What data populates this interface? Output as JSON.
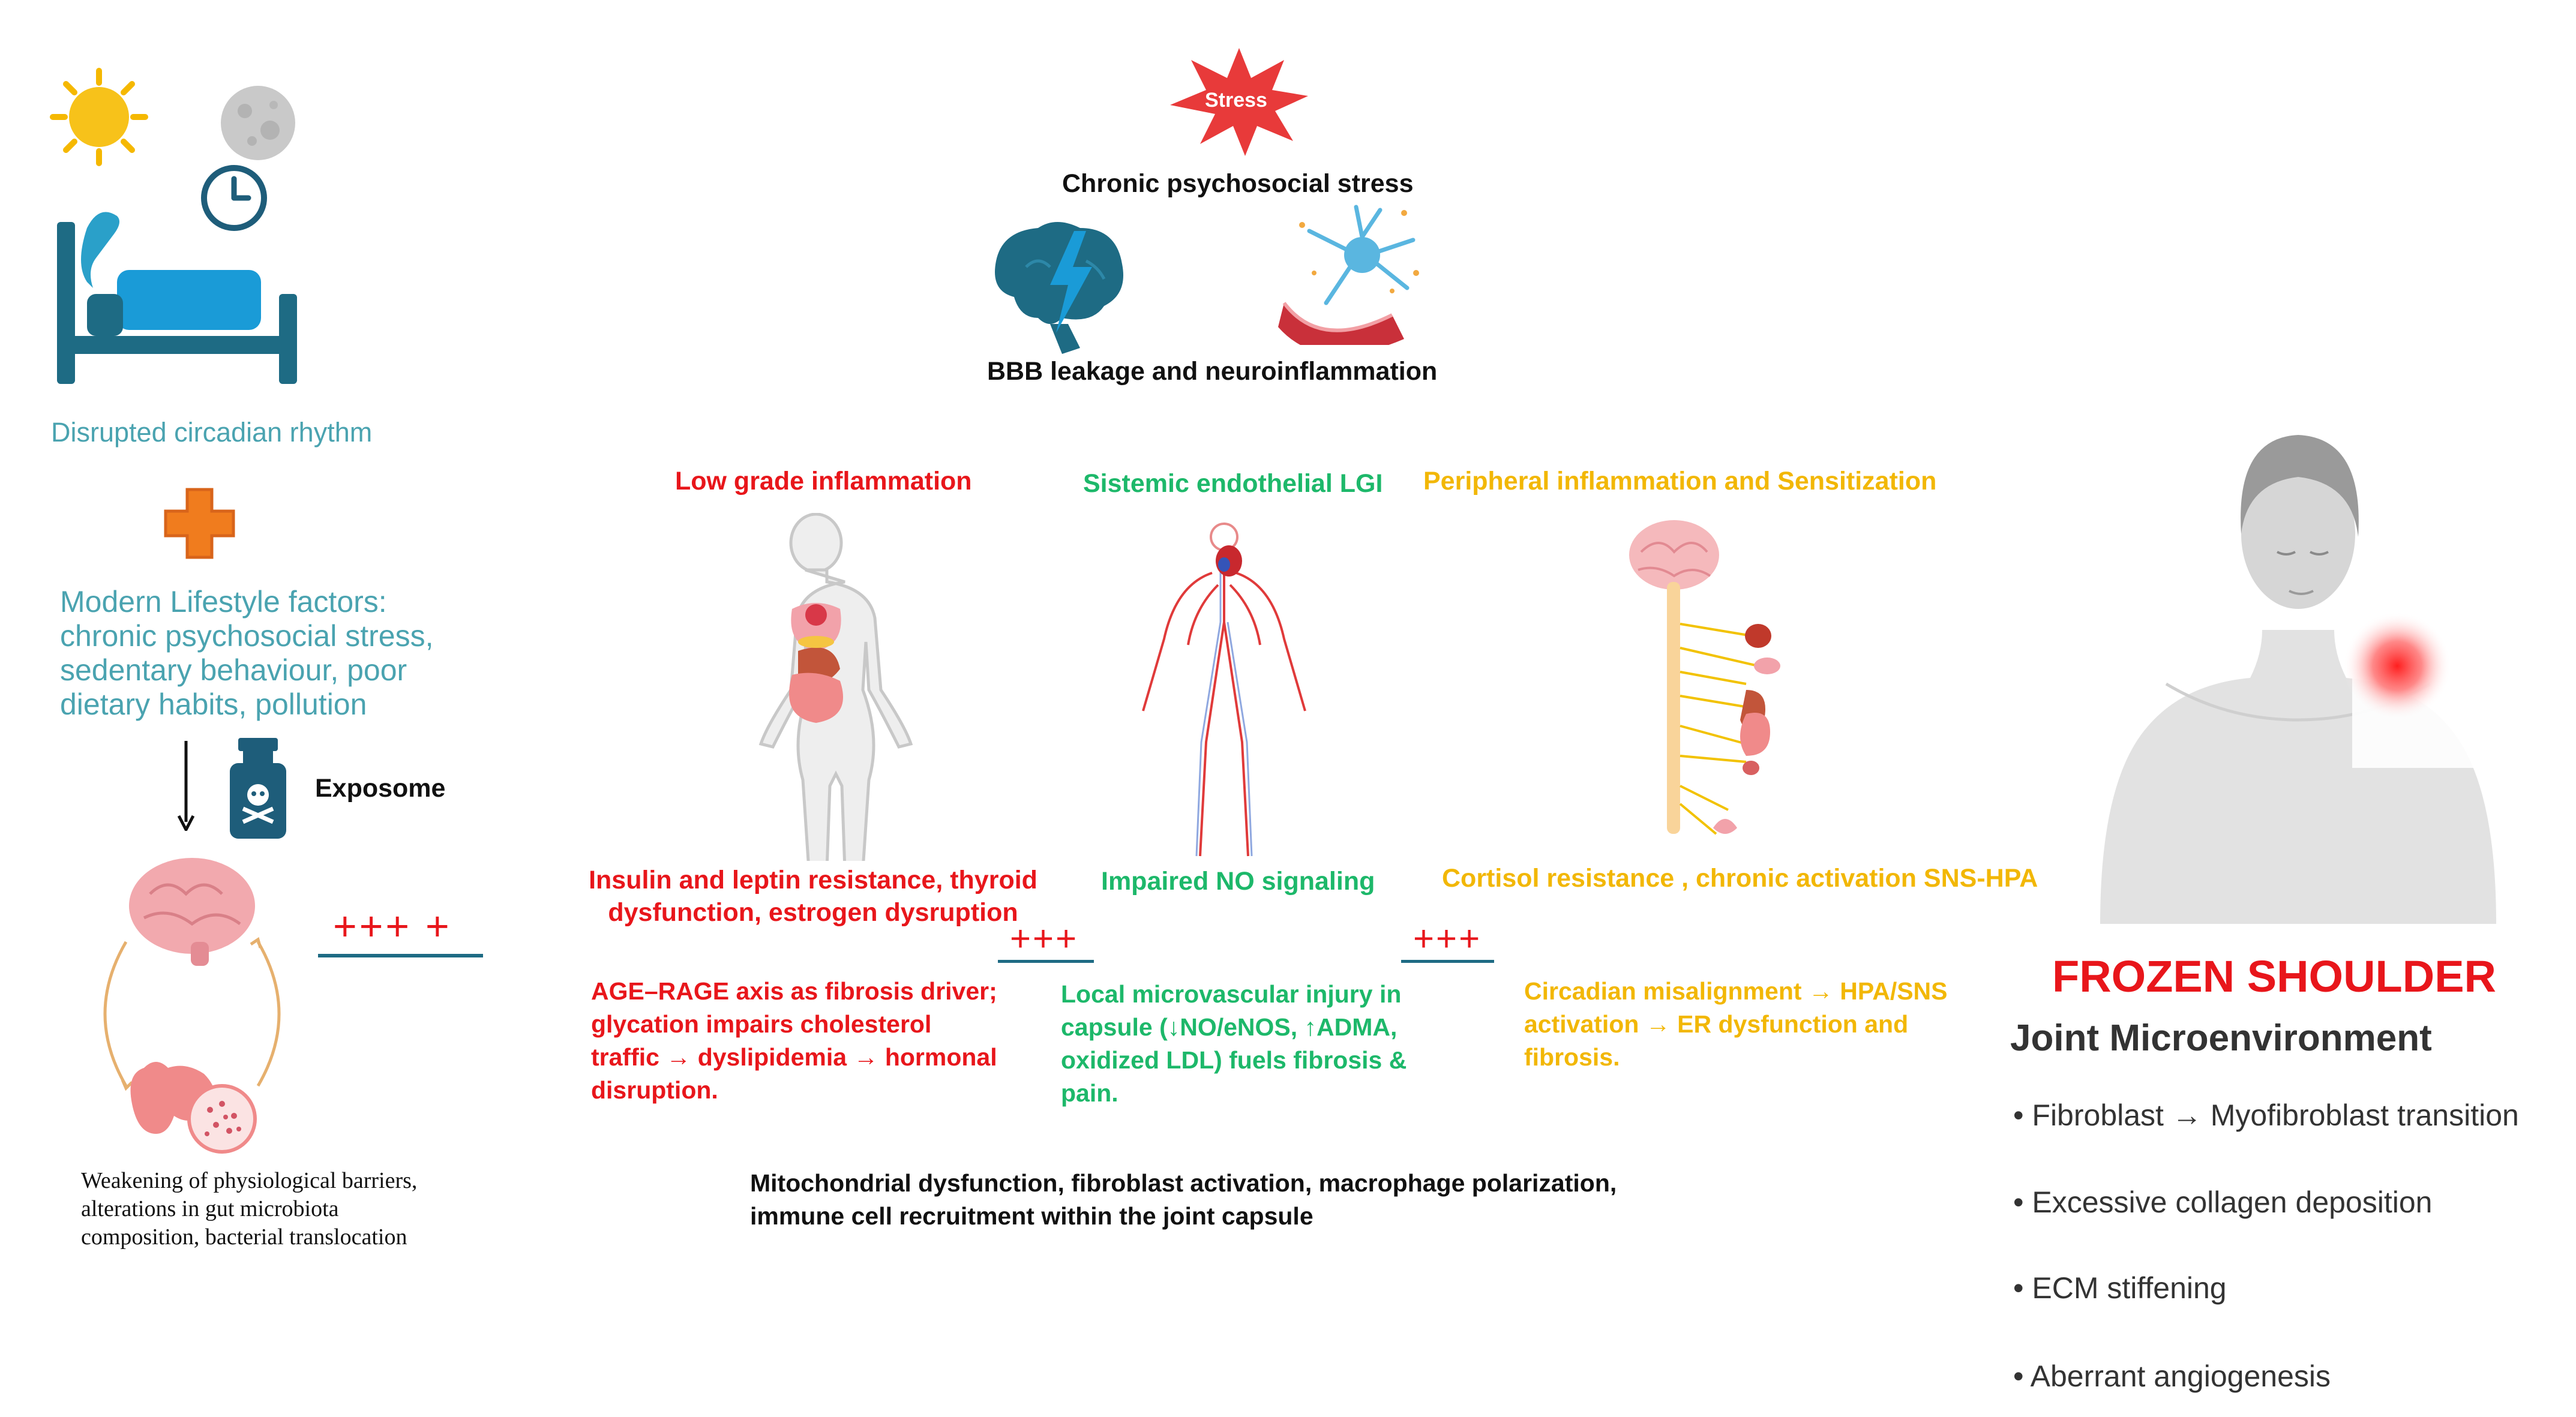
{
  "left": {
    "circadian_label": "Disrupted circadian rhythm",
    "lifestyle_lines": [
      "Modern Lifestyle factors:",
      "chronic psychosocial stress,",
      "sedentary behaviour, poor",
      "dietary habits, pollution"
    ],
    "exposome_label": "Exposome",
    "plus_signs": "+++ +",
    "barrier_lines": [
      "Weakening of physiological barriers,",
      "alterations in gut microbiota",
      "composition, bacterial translocation"
    ]
  },
  "top": {
    "stress_badge": "Stress",
    "stress_title": "Chronic psychosocial stress",
    "bbb_title": "BBB leakage and neuroinflammation"
  },
  "columns": {
    "red": {
      "title": "Low grade inflammation",
      "subtitle_lines": [
        "Insulin and leptin resistance, thyroid",
        "dysfunction, estrogen  dysruption"
      ],
      "body_lines": [
        "AGE–RAGE axis as fibrosis driver;",
        "glycation impairs cholesterol",
        "traffic → dyslipidemia → hormonal",
        "disruption."
      ]
    },
    "green": {
      "title": "Sistemic endothelial LGI",
      "subtitle": "Impaired NO signaling",
      "body_lines": [
        "Local microvascular injury in",
        "capsule (↓NO/eNOS, ↑ADMA,",
        "oxidized LDL) fuels fibrosis &",
        "pain."
      ]
    },
    "gold": {
      "title": "Peripheral inflammation and Sensitization",
      "subtitle": "Cortisol resistance , chronic activation SNS-HPA",
      "body_lines": [
        "Circadian misalignment → HPA/SNS",
        "activation → ER dysfunction and",
        "fibrosis."
      ]
    },
    "plus_between_1": "+++",
    "plus_between_2": "+++"
  },
  "bottom": {
    "mito_lines": [
      "Mitochondrial dysfunction, fibroblast activation, macrophage polarization,",
      "immune cell recruitment within the joint capsule"
    ]
  },
  "right": {
    "title": "FROZEN SHOULDER",
    "subtitle": "Joint Microenvironment",
    "items": [
      "• Fibroblast → Myofibroblast transition",
      "• Excessive collagen deposition",
      "• ECM stiffening",
      "• Aberrant angiogenesis"
    ]
  },
  "colors": {
    "teal": "#4aa3b0",
    "red": "#e8161b",
    "green": "#1db86a",
    "gold": "#f2b705",
    "dark_teal": "#1e6b84",
    "bed_blue": "#1a9bd7",
    "orange_plus": "#f07c1e"
  }
}
